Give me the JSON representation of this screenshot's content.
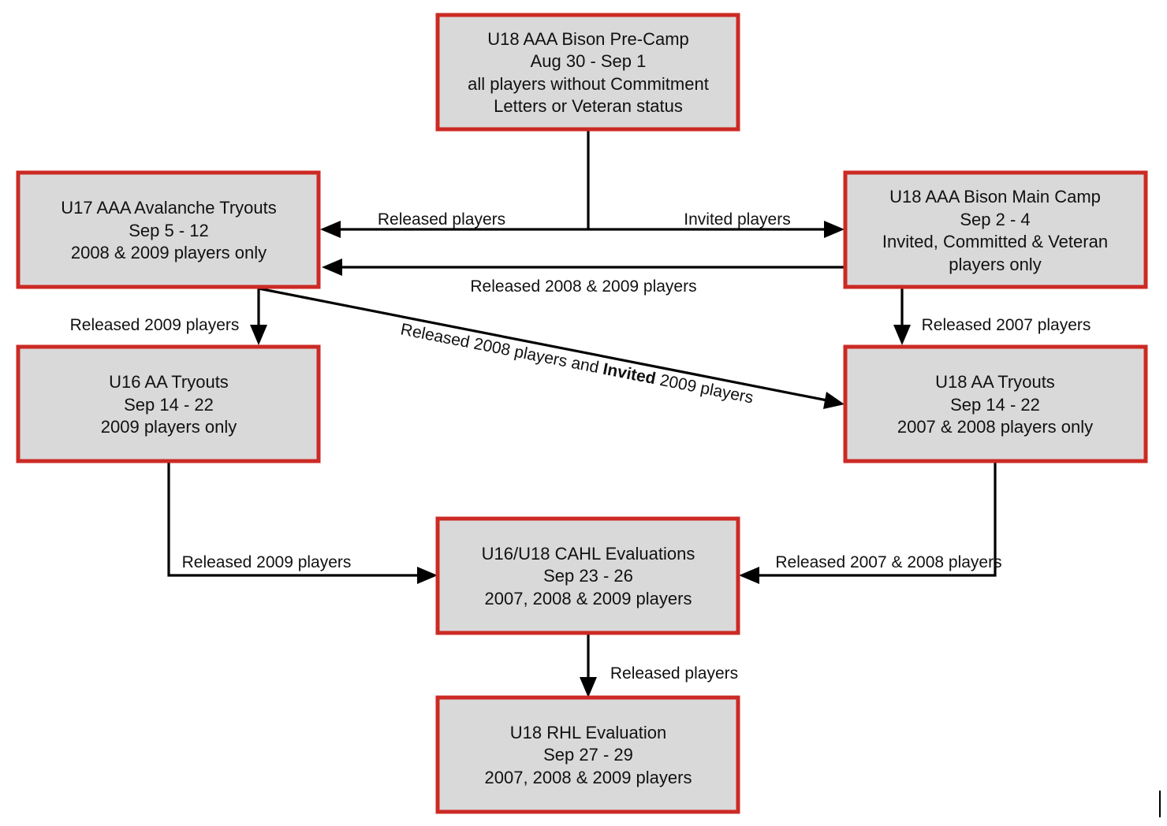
{
  "colors": {
    "box_fill": "#d9d9d9",
    "box_border": "#cc2a24",
    "arrow": "#000000",
    "text": "#111111"
  },
  "nodes": {
    "pre_camp": {
      "lines": [
        "U18 AAA Bison Pre-Camp",
        "Aug 30 - Sep 1",
        "all players without Commitment",
        "Letters or Veteran status"
      ]
    },
    "avalanche": {
      "lines": [
        "U17 AAA Avalanche Tryouts",
        "Sep 5 - 12",
        "2008 & 2009 players only"
      ]
    },
    "main_camp": {
      "lines": [
        "U18 AAA Bison Main Camp",
        "Sep 2 - 4",
        "Invited, Committed & Veteran",
        "players only"
      ]
    },
    "u16_aa": {
      "lines": [
        "U16 AA Tryouts",
        "Sep 14 - 22",
        "2009 players only"
      ]
    },
    "u18_aa": {
      "lines": [
        "U18 AA Tryouts",
        "Sep 14 - 22",
        "2007 & 2008 players only"
      ]
    },
    "cahl": {
      "lines": [
        "U16/U18 CAHL Evaluations",
        "Sep 23 - 26",
        "2007, 2008 & 2009 players"
      ]
    },
    "rhl": {
      "lines": [
        "U18 RHL Evaluation",
        "Sep 27 - 29",
        "2007, 2008 & 2009 players"
      ]
    }
  },
  "edges": {
    "precamp_to_avalanche": "Released players",
    "precamp_to_maincamp": "Invited players",
    "maincamp_to_avalanche": "Released 2008 & 2009  players",
    "avalanche_to_u16aa": "Released 2009 players",
    "maincamp_to_u18aa": "Released 2007 players",
    "avalanche_to_u18aa": {
      "part1": "Released 2008 players and ",
      "bold": "Invited",
      "part2": " 2009 players"
    },
    "u16aa_to_cahl": "Released 2009 players",
    "u18aa_to_cahl": "Released 2007 & 2008 players",
    "cahl_to_rhl": "Released players"
  }
}
